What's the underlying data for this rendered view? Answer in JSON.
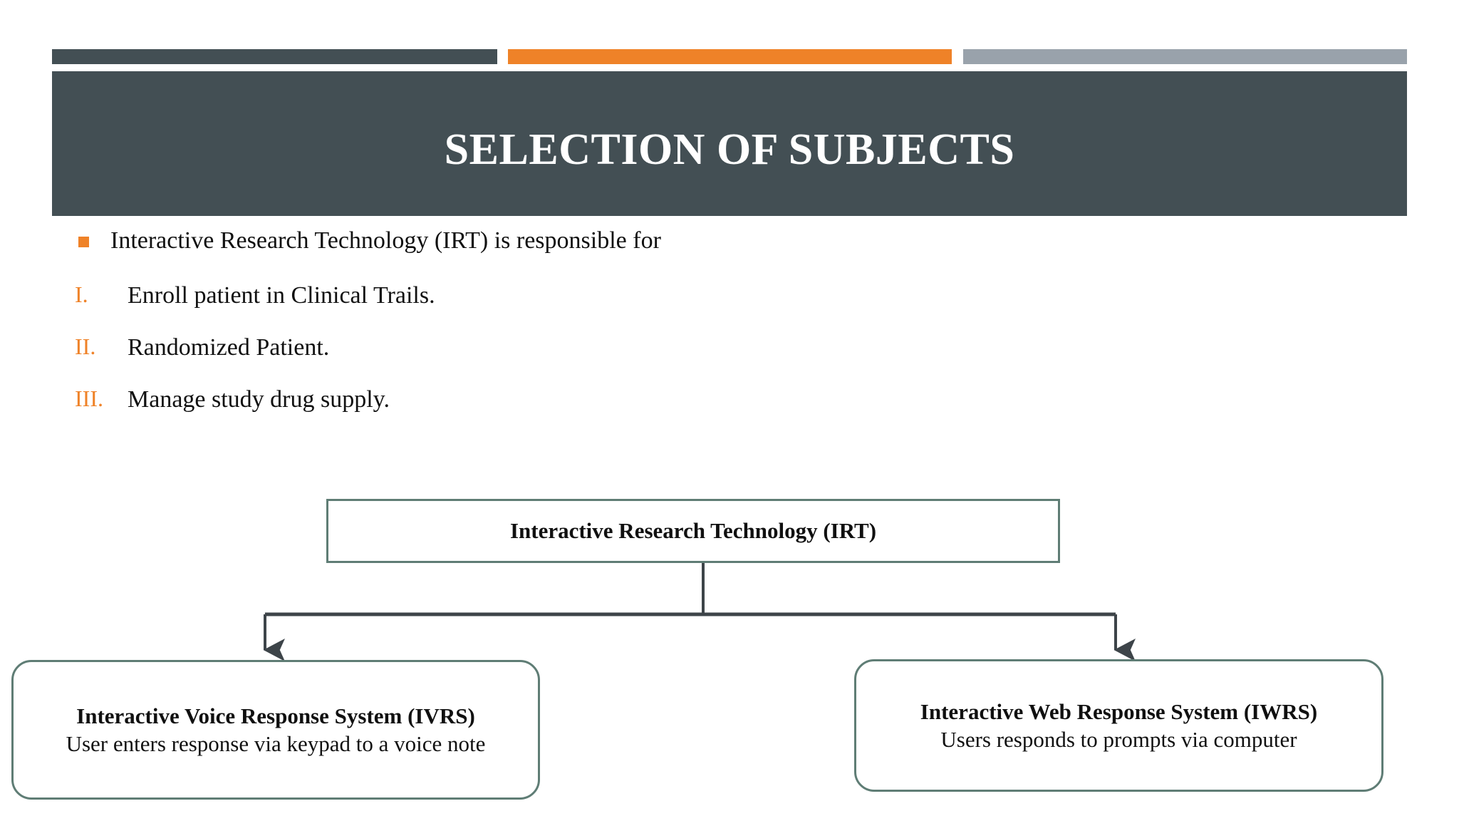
{
  "slide": {
    "title": "SELECTION OF SUBJECTS",
    "accents": {
      "dark": "#434f54",
      "orange": "#ef8228",
      "gray": "#99a2ab",
      "node_border": "#5f7d75",
      "connector": "#3d4449",
      "body_text": "#101010",
      "title_text": "#ffffff"
    }
  },
  "body": {
    "bullet": {
      "marker": "square-bullet",
      "text": "Interactive Research Technology (IRT) is responsible for"
    },
    "numbered": [
      {
        "marker": "I.",
        "text": "Enroll patient in Clinical Trails."
      },
      {
        "marker": "II.",
        "text": "Randomized Patient."
      },
      {
        "marker": "III.",
        "text": "Manage study drug supply."
      }
    ]
  },
  "diagram": {
    "root": {
      "label": "Interactive Research Technology (IRT)"
    },
    "children": [
      {
        "title": "Interactive Voice Response System (IVRS)",
        "description": "User enters response via keypad to a voice note"
      },
      {
        "title": "Interactive Web Response System (IWRS)",
        "description": "Users responds to prompts via computer"
      }
    ]
  }
}
